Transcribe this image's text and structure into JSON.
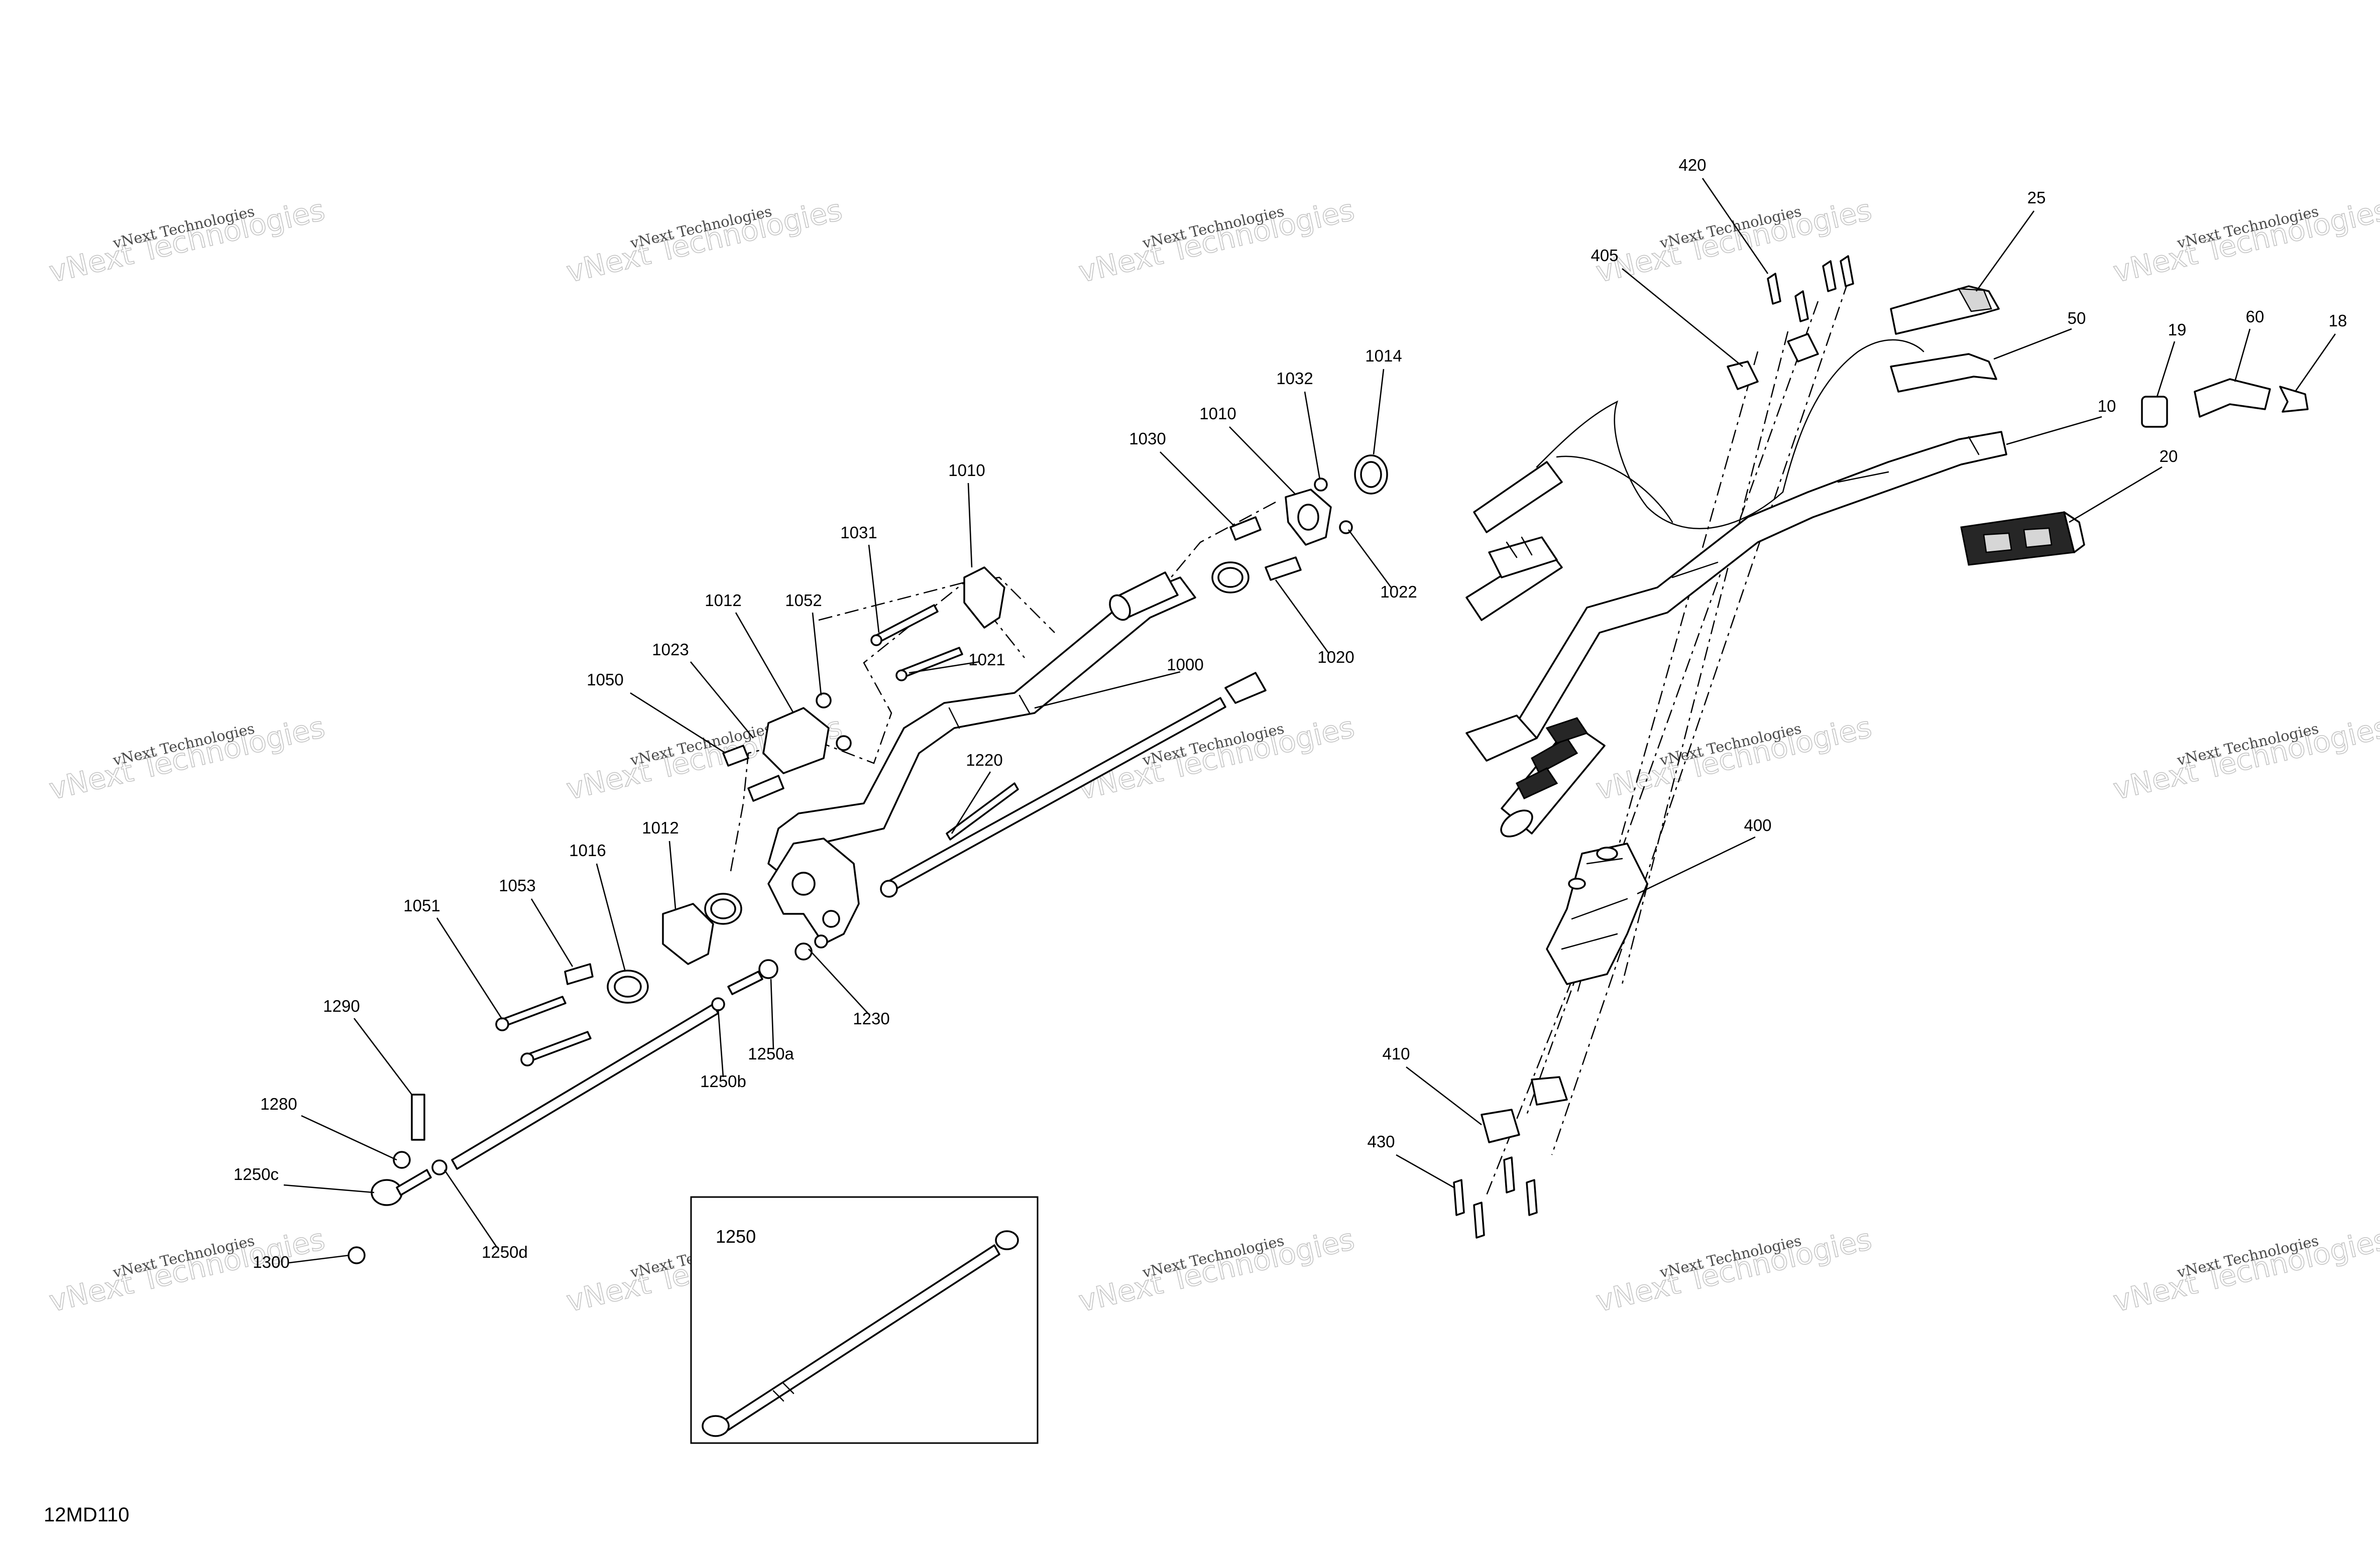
{
  "diagram": {
    "code": "12MD110",
    "watermark": {
      "text_small": "vNext Technologies",
      "text_large": "vNext Technologies"
    },
    "inset": {
      "label": "1250"
    },
    "callouts": [
      "420",
      "405",
      "25",
      "50",
      "19",
      "60",
      "18",
      "10",
      "20",
      "1014",
      "1032",
      "1010",
      "1030",
      "1022",
      "1020",
      "1010",
      "1031",
      "1021",
      "1000",
      "1012",
      "1052",
      "1023",
      "1050",
      "1220",
      "400",
      "1016",
      "1012",
      "1051",
      "1053",
      "1230",
      "1250a",
      "1250b",
      "1290",
      "1280",
      "1250c",
      "1300",
      "1250d",
      "410",
      "430"
    ]
  }
}
